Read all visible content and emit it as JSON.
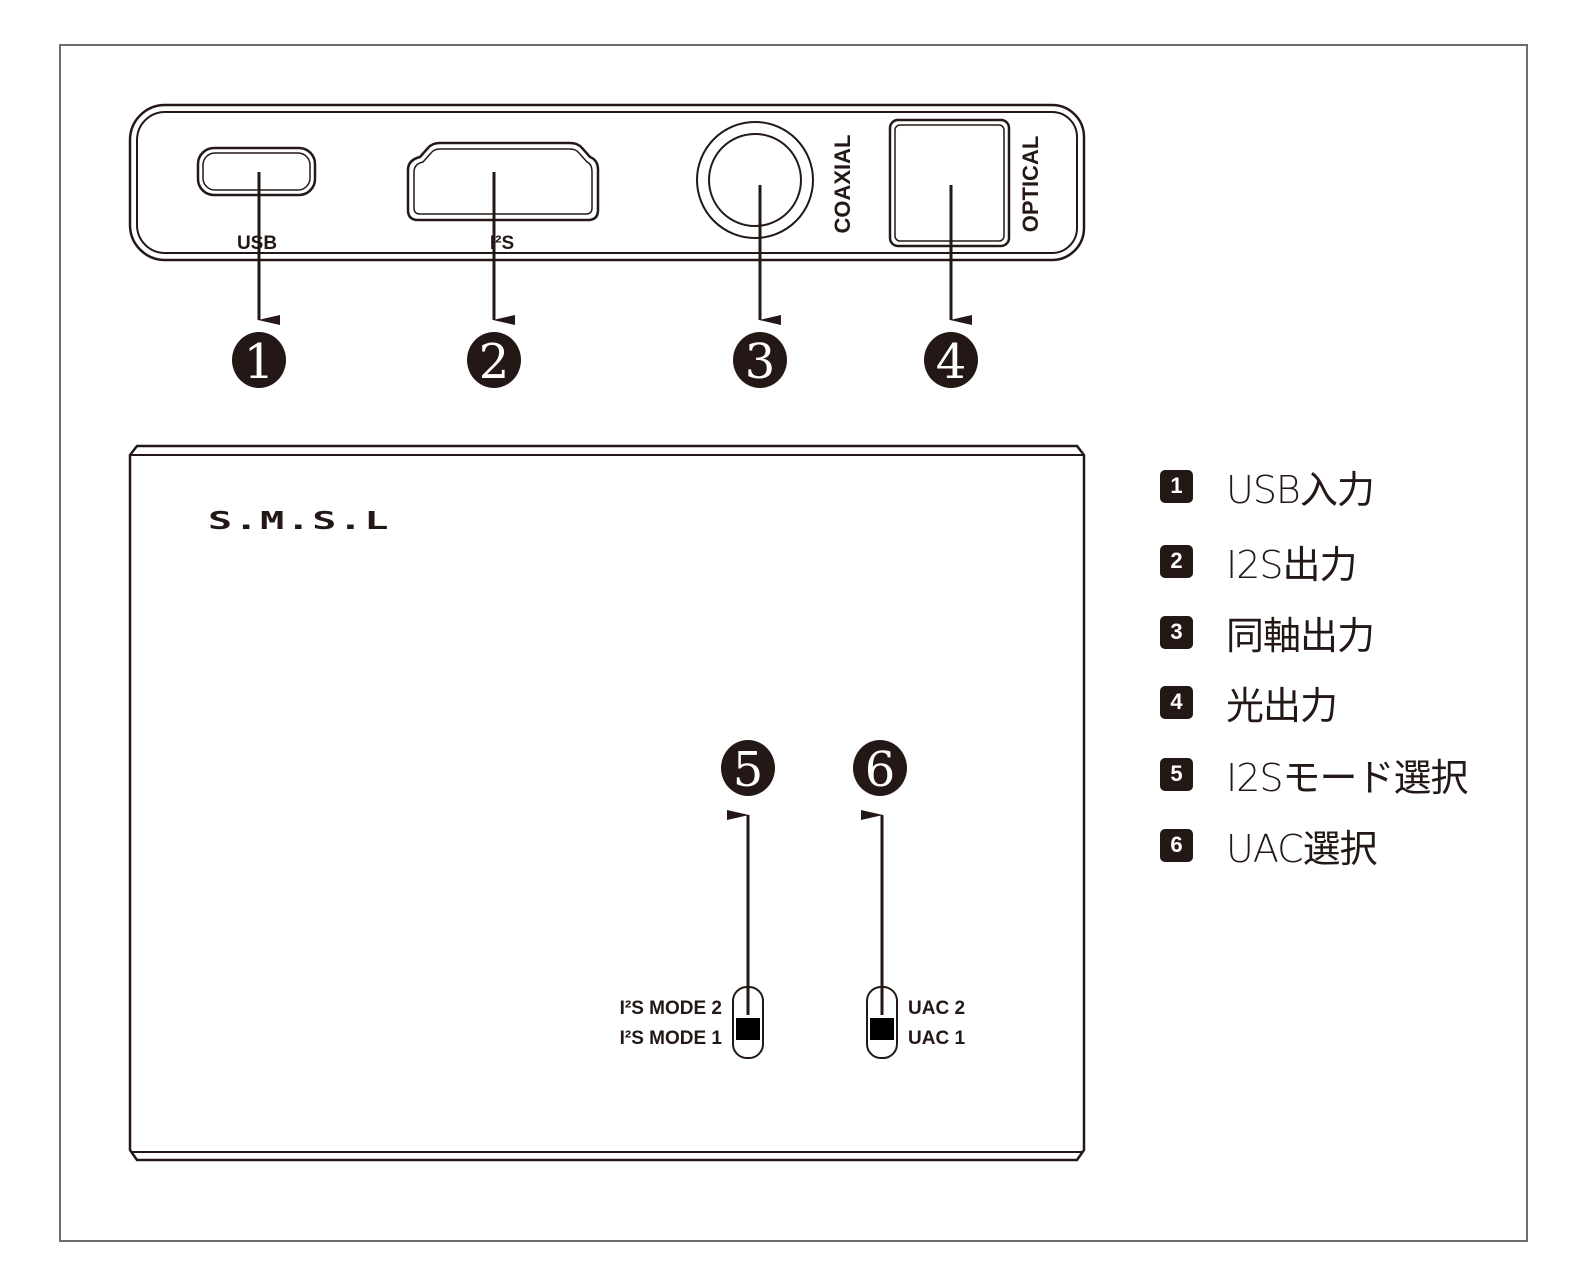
{
  "panel": {
    "ports": [
      {
        "id": 1,
        "label": "USB",
        "type": "usb-c"
      },
      {
        "id": 2,
        "label": "I²S",
        "type": "hdmi"
      },
      {
        "id": 3,
        "label": "COAXIAL",
        "type": "coaxial"
      },
      {
        "id": 4,
        "label": "OPTICAL",
        "type": "optical"
      }
    ]
  },
  "device": {
    "brand": "S.M.S.L",
    "switches": [
      {
        "id": 5,
        "top_label": "I²S MODE 2",
        "bottom_label": "I²S MODE 1",
        "position": "MODE 1"
      },
      {
        "id": 6,
        "top_label": "UAC 2",
        "bottom_label": "UAC 1",
        "position": "UAC 1"
      }
    ]
  },
  "callouts": [
    "1",
    "2",
    "3",
    "4",
    "5",
    "6"
  ],
  "legend": [
    {
      "number": "1",
      "label": "USB入力"
    },
    {
      "number": "2",
      "label": "I2S出力"
    },
    {
      "number": "3",
      "label": "同軸出力"
    },
    {
      "number": "4",
      "label": "光出力"
    },
    {
      "number": "5",
      "label": "I2Sモード選択"
    },
    {
      "number": "6",
      "label": "UAC選択"
    }
  ],
  "colors": {
    "ink": "#231815",
    "frame": "#6e6e6e"
  }
}
